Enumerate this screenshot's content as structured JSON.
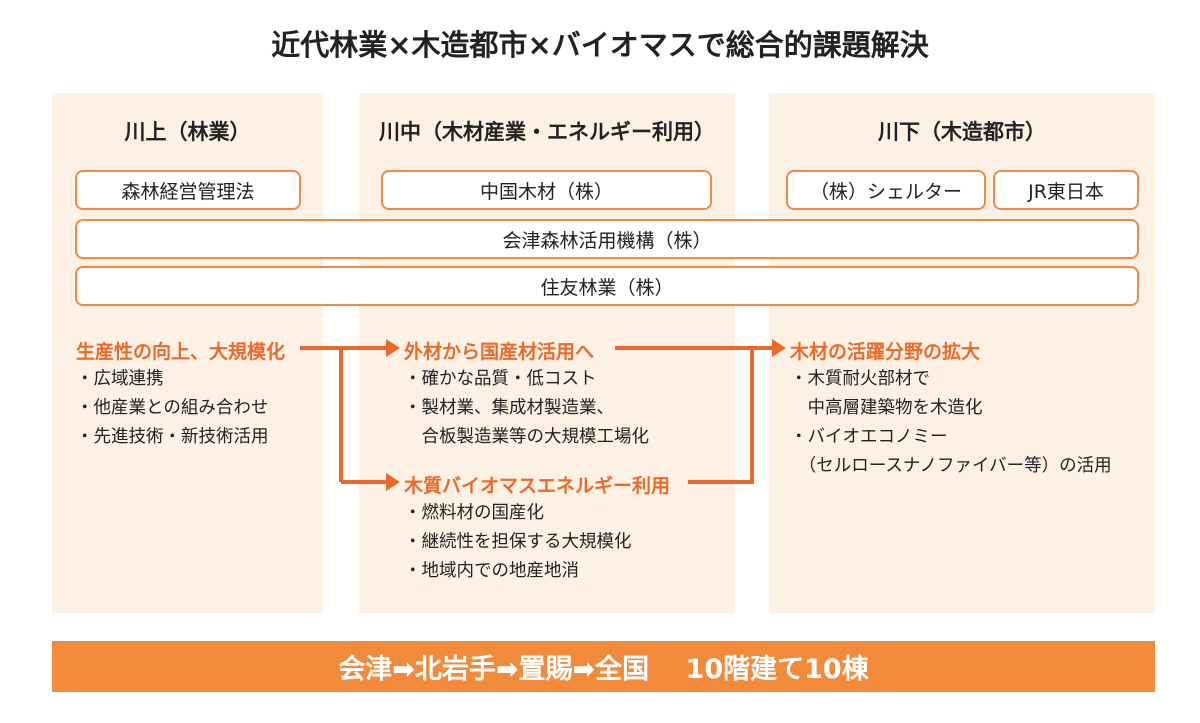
{
  "title": "近代林業×木造都市×バイオマスで総合的課題解決",
  "columns": {
    "upstream": {
      "header": "川上（林業）"
    },
    "midstream": {
      "header": "川中（木材産業・エネルギー利用）"
    },
    "downstream": {
      "header": "川下（木造都市）"
    }
  },
  "org_boxes": {
    "forest_law": "森林経営管理法",
    "chugoku_mokuzai": "中国木材（株）",
    "shelter": "（株）シェルター",
    "jr_east": "JR東日本",
    "aizu_kikou": "会津森林活用機構（株）",
    "sumitomo": "住友林業（株）"
  },
  "flows": {
    "upstream": {
      "heading": "生産性の向上、大規模化",
      "items": [
        "・広域連携",
        "・他産業との組み合わせ",
        "・先進技術・新技術活用"
      ]
    },
    "midstream_top": {
      "heading": "外材から国産材活用へ",
      "items": [
        "・確かな品質・低コスト",
        "・製材業、集成材製造業、",
        "　合板製造業等の大規模工場化"
      ]
    },
    "midstream_bottom": {
      "heading": "木質バイオマスエネルギー利用",
      "items": [
        "・燃料材の国産化",
        "・継続性を担保する大規模化",
        "・地域内での地産地消"
      ]
    },
    "downstream": {
      "heading": "木材の活躍分野の拡大",
      "items": [
        "・木質耐火部材で",
        "　中高層建築物を木造化",
        "・バイオエコノミー",
        "　（セルロースナノファイバー等）の活用"
      ]
    }
  },
  "bottom_banner": "会津➡北岩手➡置賜➡全国　 10階建て10棟",
  "colors": {
    "accent": "#ea6a2a",
    "column_bg": "#fdf0e4",
    "box_border": "#f08a45",
    "banner_bg": "#f18a3b"
  }
}
